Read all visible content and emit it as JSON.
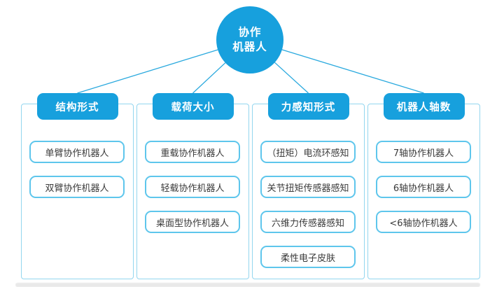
{
  "root": {
    "label": "协作机器人",
    "line1": "协作",
    "line2": "机器人"
  },
  "colors": {
    "primary_blue": "#17a0dd",
    "item_border_blue": "#5ec6ec",
    "container_border_blue": "#93d6ef",
    "connector_blue": "#2aa9de",
    "item_text": "#3a3a3a"
  },
  "columns": [
    {
      "header": "结构形式",
      "items": [
        "单臂协作机器人",
        "双臂协作机器人"
      ]
    },
    {
      "header": "载荷大小",
      "items": [
        "重载协作机器人",
        "轻载协作机器人",
        "桌面型协作机器人"
      ]
    },
    {
      "header": "力感知形式",
      "items": [
        "（扭矩）电流环感知",
        "关节扭矩传感器感知",
        "六维力传感器感知",
        "柔性电子皮肤"
      ]
    },
    {
      "header": "机器人轴数",
      "items": [
        "7轴协作机器人",
        "6轴协作机器人",
        "<6轴协作机器人"
      ]
    }
  ]
}
